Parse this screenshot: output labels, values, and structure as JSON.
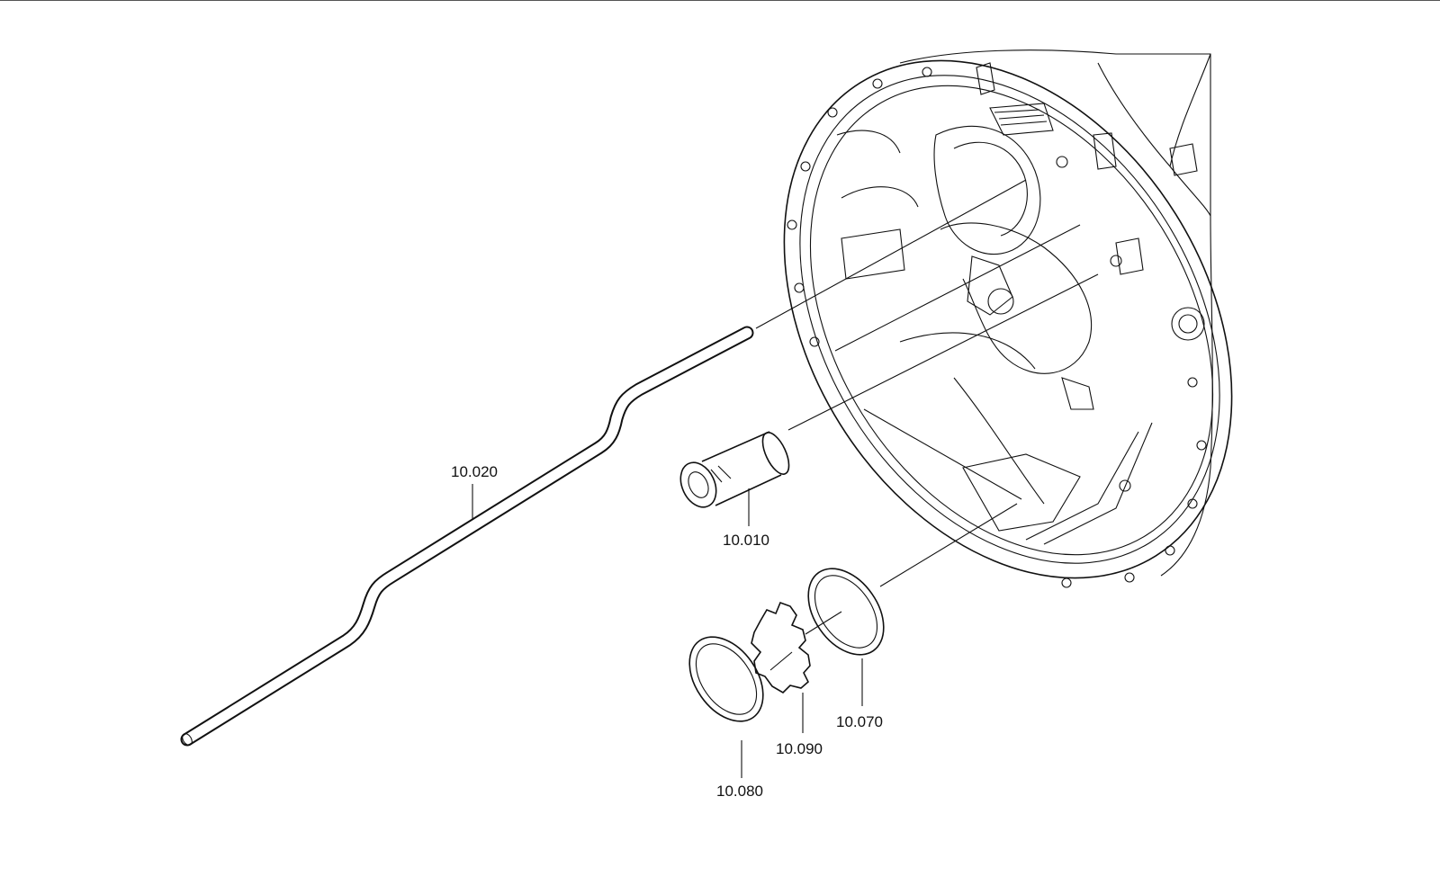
{
  "parts": [
    {
      "id": "10.010",
      "label": "10.010",
      "name": "sleeve"
    },
    {
      "id": "10.020",
      "label": "10.020",
      "name": "oil-pipe"
    },
    {
      "id": "10.070",
      "label": "10.070",
      "name": "seal-ring"
    },
    {
      "id": "10.080",
      "label": "10.080",
      "name": "seal-ring"
    },
    {
      "id": "10.090",
      "label": "10.090",
      "name": "spring-washer"
    }
  ]
}
